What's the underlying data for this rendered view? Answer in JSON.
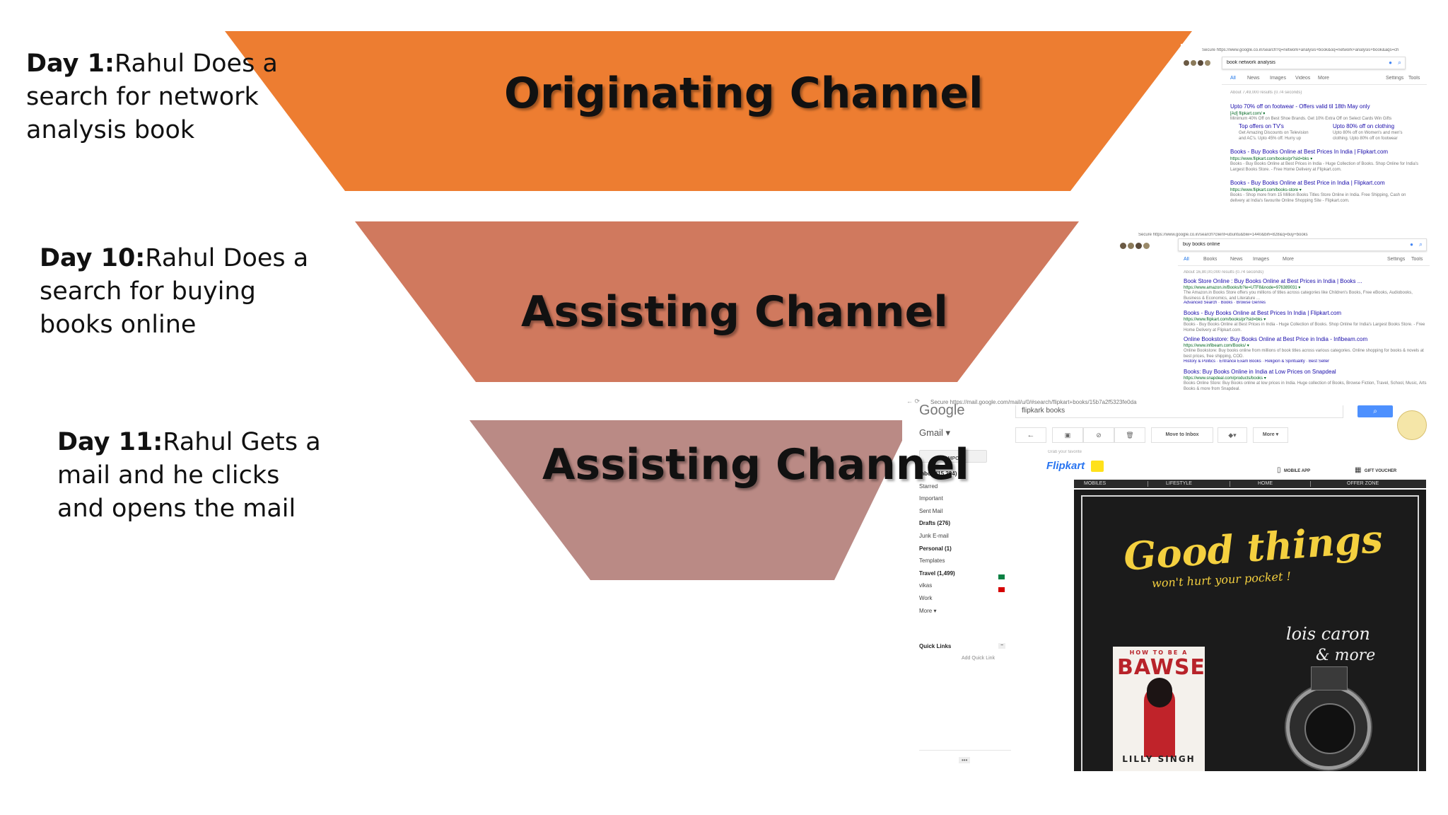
{
  "funnel": {
    "originating": {
      "label": "Originating Channel",
      "color": "#ED7D31"
    },
    "assisting_1": {
      "label": "Assisting Channel",
      "color": "#D0795E"
    },
    "assisting_2": {
      "label": "Assisting Channel",
      "color": "#BA8A85"
    }
  },
  "days": {
    "day1": {
      "prefix": "Day 1:",
      "line1": "Rahul Does a",
      "line2": "search for network",
      "line3": "analysis book"
    },
    "day10": {
      "prefix": "Day 10:",
      "line1": "Rahul Does a",
      "line2": "search for buying",
      "line3": "books online"
    },
    "day11": {
      "prefix": "Day 11:",
      "line1": "Rahul Gets a",
      "line2": "mail and he clicks",
      "line3": "and opens the mail"
    }
  },
  "shot1": {
    "url": "Secure  https://www.google.co.in/search?q=network+analysis+book&oq=network+analysis+book&aqs=ch",
    "query": "book network analysis",
    "tabs": [
      "All",
      "News",
      "Images",
      "Videos",
      "More"
    ],
    "tools": [
      "Settings",
      "Tools"
    ],
    "stats": "About 7,49,000 results (0.74 seconds)",
    "ad_title": "Upto 70% off on footwear - Offers valid til 18th May only",
    "ad_url": "[Ad] flipkart.com/ ▾",
    "ad_desc": "Minimum 40% Off on Best Shoe Brands. Get 10% Extra Off on Select Cards Win Gifts",
    "sub1_title": "Top offers on TV's",
    "sub1_desc": "Get Amazing Discounts on Television and AC's. Upto 45% off. Hurry up",
    "sub2_title": "Upto 80% off on clothing",
    "sub2_desc": "Upto 80% off on Women's and men's clothing. Upto 80% off on footwear",
    "r1_title": "Books - Buy Books Online at Best Prices In India | Flipkart.com",
    "r1_url": "https://www.flipkart.com/books/pr?sid=bks ▾",
    "r1_desc": "Books - Buy Books Online at Best Prices in India - Huge Collection of Books. Shop Online for India's Largest Books Store. - Free Home Delivery at Flipkart.com.",
    "r2_title": "Books - Buy Books Online at Best Price in India | Flipkart.com",
    "r2_url": "https://www.flipkart.com/books-store ▾",
    "r2_desc": "Books - Shop more from 15 Million Books Titles Store Online in India. Free Shipping, Cash on delivery at India's favourite Online Shopping Site - Flipkart.com."
  },
  "shot2": {
    "url": "Secure  https://www.google.co.in/search?client=ubuntu&biw=1440&bih=828&q=buy+books",
    "query": "buy books online",
    "tabs": [
      "All",
      "Books",
      "News",
      "Images",
      "More"
    ],
    "tools": [
      "Settings",
      "Tools"
    ],
    "stats": "About 16,80,00,000 results (0.74 seconds)",
    "r1_title": "Book Store Online : Buy Books Online at Best Prices in India | Books ...",
    "r1_url": "https://www.amazon.in/Books/b?ie=UTF8&node=976389031 ▾",
    "r1_desc": "The Amazon.in Books Store offers you millions of titles across categories like Children's Books, Free eBooks, Audiobooks, Business & Economics, and Literature ...",
    "r1_links": "Advanced Search · Books · Browse Genres",
    "r2_title": "Books - Buy Books Online at Best Prices In India | Flipkart.com",
    "r2_url": "https://www.flipkart.com/books/pr?sid=bks ▾",
    "r2_desc": "Books - Buy Books Online at Best Prices in India - Huge Collection of Books. Shop Online for India's Largest Books Store. - Free Home Delivery at Flipkart.com.",
    "r3_title": "Online Bookstore: Buy Books Online at Best Price in India - Infibeam.com",
    "r3_url": "https://www.infibeam.com/Books/ ▾",
    "r3_desc": "Online Bookstore: Buy books online from millions of book titles across various categories. Online shopping for books & novels at best prices, free shipping, COD.",
    "r3_links": "History & Politics · Entrance Exam Books · Religion & Spirituality · Best Seller",
    "r4_title": "Books: Buy Books Online in India at Low Prices on Snapdeal",
    "r4_url": "https://www.snapdeal.com/products/books ▾",
    "r4_desc": "Books Online Store: Buy Books online at low prices in India. Huge collection of Books, Browse Fiction, Travel, School, Music, Arts Books & more from Snapdeal."
  },
  "shot3": {
    "url": "Secure  https://mail.google.com/mail/u/0/#search/flipkart+books/15b7a2f5323fe0da",
    "logo": "Google",
    "search": "flipkark books",
    "gmail": "Gmail ▾",
    "compose": "COMPOSE",
    "folders": [
      "Inbox (15,294)",
      "Starred",
      "Important",
      "Sent Mail",
      "Drafts (276)",
      "Junk E-mail",
      "Personal (1)",
      "Templates",
      "Travel (1,499)",
      "vikas",
      "Work",
      "More ▾"
    ],
    "bold_folders": [
      0,
      4,
      6,
      8
    ],
    "quick_links": "Quick Links",
    "add_quick_link": "Add Quick Link",
    "more_dots": "•••",
    "toolbar": [
      "Move to Inbox",
      "More ▾"
    ],
    "from_line": "Grab your favorite",
    "brand": "Flipkart",
    "header_links": [
      "MOBILE APP",
      "GIFT VOUCHER"
    ],
    "nav": [
      "MOBILES",
      "LIFESTYLE",
      "HOME",
      "OFFER ZONE"
    ],
    "banner_title": "Good things",
    "banner_sub": "won't hurt your pocket !",
    "side_text1": "lois caron",
    "side_text2": "& more",
    "book_title": "HOW TO BE A",
    "book_big": "BAWSE",
    "book_author": "LILLY SINGH"
  }
}
